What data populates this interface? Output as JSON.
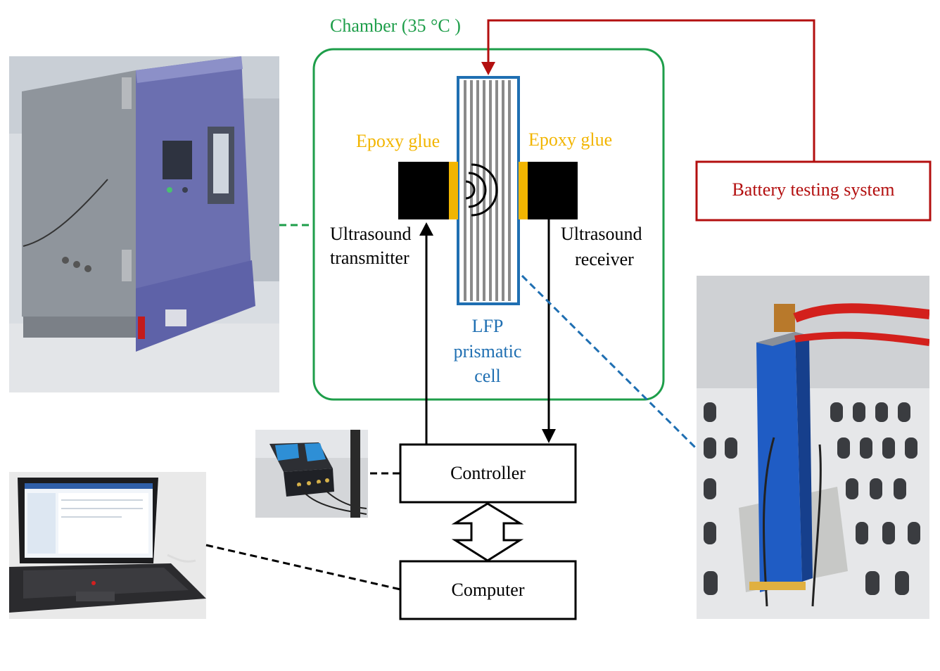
{
  "chamber": {
    "label": "Chamber (35 °C )",
    "color": "#1e9e4a"
  },
  "battery_testing": {
    "label": "Battery  testing  system",
    "color": "#b30f0f"
  },
  "epoxy": {
    "left_label": "Epoxy  glue",
    "right_label": "Epoxy  glue",
    "color": "#f2b500"
  },
  "cell": {
    "lines": [
      "LFP",
      "prismatic",
      "cell"
    ],
    "color": "#1f6fb2"
  },
  "transmitter": {
    "lines": [
      "Ultrasound",
      "transmitter"
    ]
  },
  "receiver": {
    "lines": [
      "Ultrasound",
      "receiver"
    ]
  },
  "controller": {
    "label": "Controller"
  },
  "computer": {
    "label": "Computer"
  },
  "photos": {
    "chamber_photo": "environmental-chamber-photo",
    "cell_photo": "prismatic-cell-photo",
    "controller_photo": "controller-device-photo",
    "laptop_photo": "laptop-photo"
  }
}
